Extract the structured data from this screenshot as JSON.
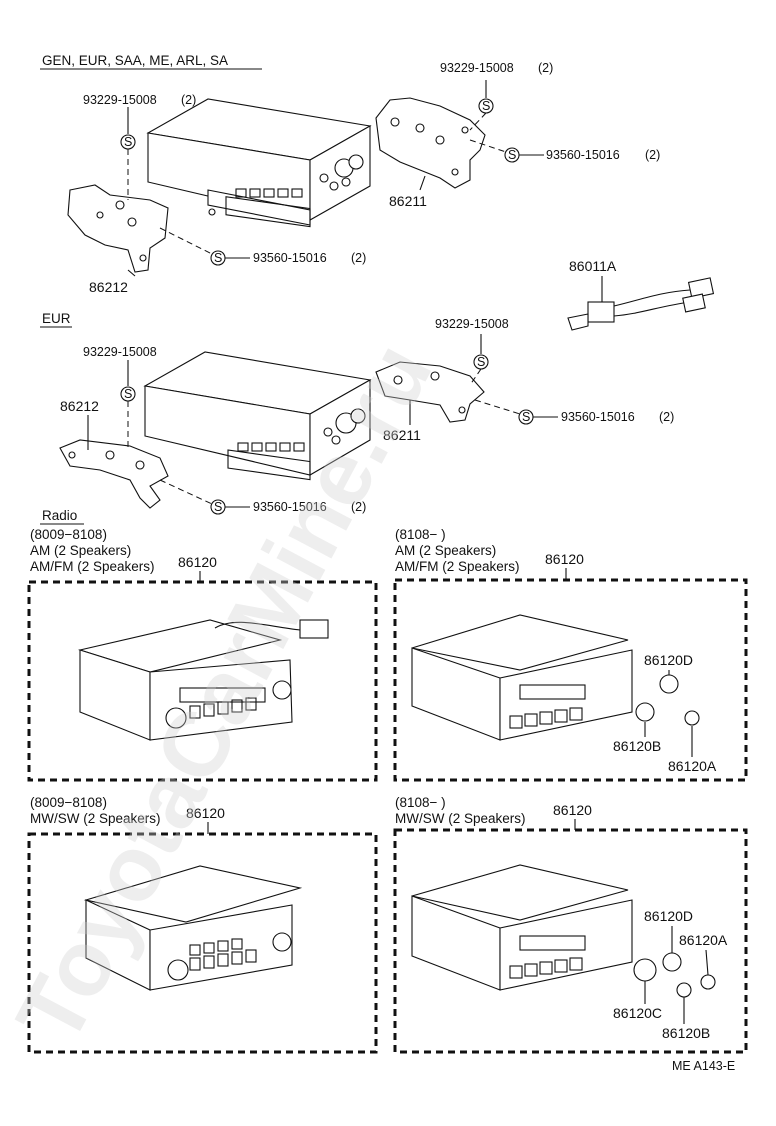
{
  "watermark": "ToyotaCarMine.ru",
  "footer_code": "ME A143-E",
  "section1": {
    "header": "GEN, EUR, SAA, ME, ARL, SA",
    "left_screw_part": "93229-15008",
    "left_screw_qty": "(2)",
    "left_bolt_part": "93560-15016",
    "left_bolt_qty": "(2)",
    "left_bracket": "86212",
    "right_screw_part": "93229-15008",
    "right_screw_qty": "(2)",
    "right_bolt_part": "93560-15016",
    "right_bolt_qty": "(2)",
    "right_bracket": "86211"
  },
  "connector_part": "86011A",
  "section2": {
    "header": "EUR",
    "left_screw_part": "93229-15008",
    "left_bracket": "86212",
    "left_bolt_part": "93560-15016",
    "left_bolt_qty": "(2)",
    "right_screw_part": "93229-15008",
    "right_bracket": "86211",
    "right_bolt_part": "93560-15016",
    "right_bolt_qty": "(2)"
  },
  "radio_label": "Radio",
  "panels": [
    {
      "range": "(8009−8108)",
      "line2": "AM (2 Speakers)",
      "line3": "AM/FM (2 Speakers)",
      "part": "86120"
    },
    {
      "range": "(8108−        )",
      "line2": "AM (2 Speakers)",
      "line3": "AM/FM (2 Speakers)",
      "part": "86120",
      "knobs": [
        "86120D",
        "86120B",
        "86120A"
      ]
    },
    {
      "range": "(8009−8108)",
      "line2": "MW/SW (2 Speakers)",
      "part": "86120"
    },
    {
      "range": "(8108−        )",
      "line2": "MW/SW (2 Speakers)",
      "part": "86120",
      "knobs": [
        "86120D",
        "86120A",
        "86120C",
        "86120B"
      ]
    }
  ],
  "screw_symbol": "S"
}
